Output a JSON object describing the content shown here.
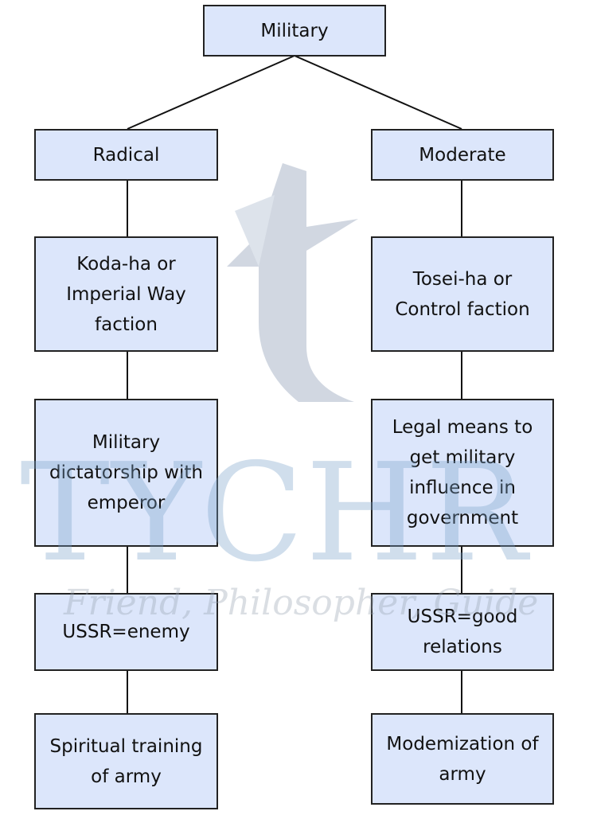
{
  "root": {
    "label": "Military"
  },
  "branches": [
    {
      "label": "Radical",
      "nodes": [
        "Koda-ha or Imperial Way faction",
        "Military dictatorship with emperor",
        "USSR=enemy",
        "Spiritual training of army"
      ]
    },
    {
      "label": "Moderate",
      "nodes": [
        "Tosei-ha or Control faction",
        "Legal means to get military influence in government",
        "USSR=good relations",
        "Modemization of army"
      ]
    }
  ],
  "watermark": {
    "brand": "TYCHR",
    "tagline": "Friend, Philosopher, Guide"
  },
  "colors": {
    "box_fill": "#dce6fb",
    "border": "#222222"
  }
}
